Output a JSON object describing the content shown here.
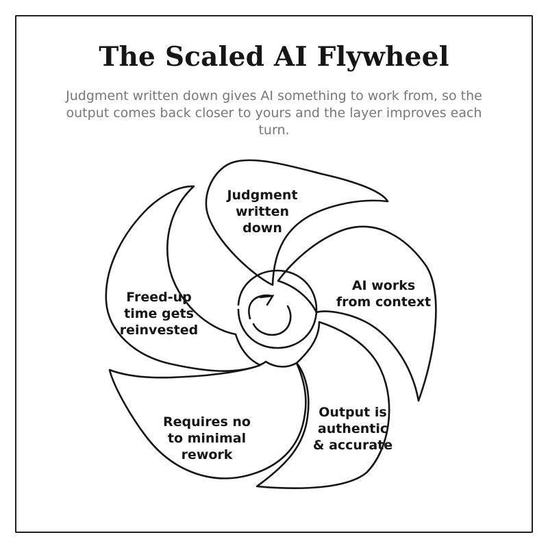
{
  "header": {
    "title": "The Scaled AI Flywheel",
    "subtitle": "Judgment written down gives AI something to work from, so the output comes back closer to yours and the layer improves each turn."
  },
  "flywheel": {
    "stages": [
      {
        "label": "Judgment written down"
      },
      {
        "label": "AI works from context"
      },
      {
        "label": "Output is authentic & accurate"
      },
      {
        "label": "Requires no to minimal rework"
      },
      {
        "label": "Freed-up time gets reinvested"
      }
    ],
    "hub_icon": "clockwise-arrow-icon"
  }
}
